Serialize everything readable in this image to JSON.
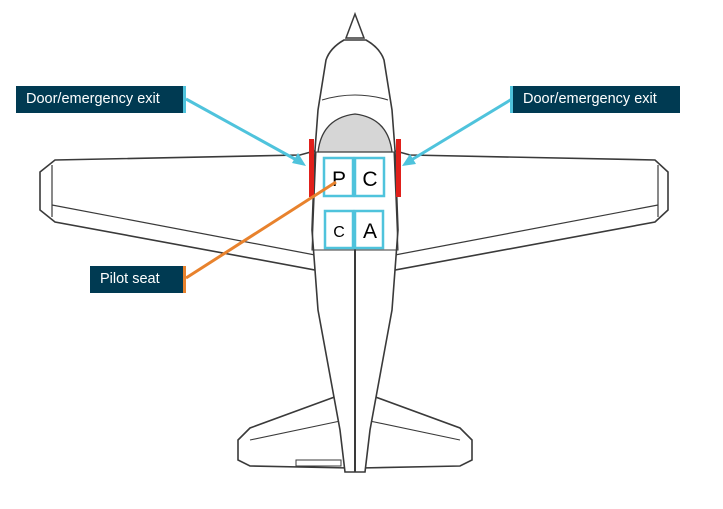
{
  "callouts": {
    "door_left": "Door/emergency exit",
    "door_right": "Door/emergency exit",
    "pilot_seat": "Pilot seat"
  },
  "seats": {
    "front_left": "P",
    "front_right": "C",
    "rear_left": "C",
    "rear_right": "A"
  },
  "colors": {
    "callout_background": "#003a52",
    "door_leader": "#4fc3dc",
    "pilot_leader": "#e8822d",
    "seat_outline": "#4fc3dc",
    "door_marker": "#e0201b",
    "airframe_outline": "#3a3a3a"
  }
}
